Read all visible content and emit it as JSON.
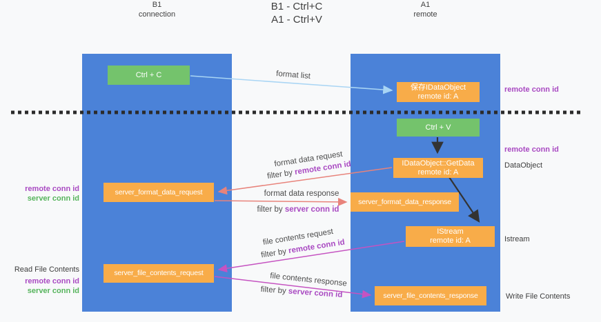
{
  "title": {
    "line1": "B1 - Ctrl+C",
    "line2": "A1 - Ctrl+V"
  },
  "lifelines": {
    "b1": {
      "name": "B1",
      "subtitle": "connection"
    },
    "a1": {
      "name": "A1",
      "subtitle": "remote"
    }
  },
  "boxes": {
    "ctrl_c": {
      "label": "Ctrl + C"
    },
    "save_idataobject": {
      "line1": "保存IDataObject",
      "line2": "remote id: A"
    },
    "ctrl_v": {
      "label": "Ctrl + V"
    },
    "getdata": {
      "line1": "IDataObject::GetData",
      "line2": "remote id: A"
    },
    "server_format_data_request": {
      "label": "server_format_data_request"
    },
    "server_format_data_response": {
      "label": "server_format_data_response"
    },
    "istream": {
      "line1": "IStream",
      "line2": "remote id: A"
    },
    "server_file_contents_request": {
      "label": "server_file_contents_request"
    },
    "server_file_contents_response": {
      "label": "server_file_contents_response"
    }
  },
  "right_labels": {
    "remote_conn_id_1": "remote conn id",
    "remote_conn_id_2": "remote conn id",
    "dataobject": "DataObject",
    "istream": "Istream",
    "write_file_contents": "Write File Contents"
  },
  "left_labels": {
    "remote_conn_id_1": "remote conn id",
    "server_conn_id_1": "server conn id",
    "read_file_contents": "Read File Contents",
    "remote_conn_id_2": "remote conn id",
    "server_conn_id_2": "server conn id"
  },
  "arrows": {
    "format_list": {
      "label": "format list"
    },
    "format_data_request": {
      "label": "format data request",
      "filter_prefix": "filter by ",
      "filter_key": "remote conn id"
    },
    "format_data_response": {
      "label": "format data response",
      "filter_prefix": "filter by ",
      "filter_key": "server conn id"
    },
    "file_contents_request": {
      "label": "file contents request",
      "filter_prefix": "filter by ",
      "filter_key": "remote conn id"
    },
    "file_contents_response": {
      "label": "file contents response",
      "filter_prefix": "filter by ",
      "filter_key": "server conn id"
    }
  },
  "colors": {
    "background": "#f8f9fa",
    "column_blue": "#4b82d8",
    "box_green": "#74c36c",
    "box_orange": "#f8ac49",
    "arrow_light_blue": "#a9d5f4",
    "arrow_red": "#e8837b",
    "arrow_magenta": "#c553c1",
    "arrow_black": "#333333",
    "label_purple": "#a94ac2",
    "label_green": "#56b45c",
    "text_dark": "#3d3d3d"
  }
}
